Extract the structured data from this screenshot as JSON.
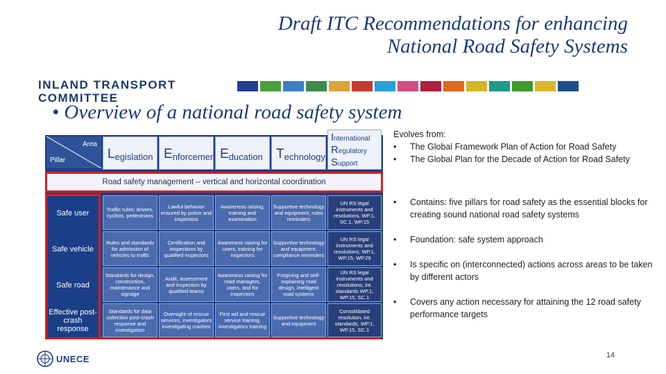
{
  "header": {
    "title_line1": "Draft ITC Recommendations for enhancing",
    "title_line2": "National Road Safety Systems",
    "org_line1": "INLAND TRANSPORT",
    "org_line2": "COMMITTEE",
    "strip_colors": [
      "#23408f",
      "#4a9e3b",
      "#3c7fc2",
      "#3c8c4a",
      "#d9a43b",
      "#c53a2f",
      "#25a0d9",
      "#d14e83",
      "#b02040",
      "#e0671f",
      "#d7b52a",
      "#1e9a8c",
      "#3d9b2a",
      "#d9b82e",
      "#1e4f8a"
    ]
  },
  "subtitle": "• Overview of a national road safety system",
  "matrix": {
    "corner_area": "Area",
    "corner_pillar": "Pillar",
    "columns": [
      {
        "initial": "L",
        "rest": "egislation"
      },
      {
        "initial": "E",
        "rest": "nforcement"
      },
      {
        "initial": "E",
        "rest": "ducation"
      },
      {
        "initial": "T",
        "rest": "echnology"
      },
      {
        "l1i": "I",
        "l1": "nternational",
        "l2i": "R",
        "l2": "egulatory",
        "l3i": "S",
        "l3": "upport"
      }
    ],
    "coordination": "Road safety management – vertical and horizontal coordination",
    "rows": [
      {
        "label": "Safe user",
        "cells": [
          "Traffic rules: drivers, cyclists, pedestrians",
          "Lawful behavior ensured by police and inspectors",
          "Awareness raising, training and examination",
          "Supportive technology and equipment, rules reminders",
          "UN RS legal instruments and resolutions, WP.1, SC.1, WP.15"
        ]
      },
      {
        "label": "Safe vehicle",
        "cells": [
          "Rules and standards for admission of vehicles to traffic",
          "Certification and inspections by qualified inspectors",
          "Awareness raising for users, training for inspectors",
          "Supportive technology and equipment, compliance reminders",
          "UN RS legal instruments and resolutions, WP.1, WP.15, WP.29"
        ]
      },
      {
        "label": "Safe road",
        "cells": [
          "Standards for design, construction, maintenance and signage",
          "Audit, assessment and inspection by qualified teams",
          "Awareness raising for road managers, users, and for inspectors",
          "Forgiving and self-explaining road design, intelligent road systems",
          "UN RS legal instruments and resolutions, int. standards WP.1, WP.15, SC.1"
        ]
      },
      {
        "label": "Effective post-crash response",
        "cells": [
          "Standards for data collection post-crash response and investigation",
          "Oversight of rescue services, investigators investigating crashes",
          "First aid and rescue service training, investigators training",
          "Supportive technology and equipment",
          "Consolidated resolution, int. standards, WP.1, WP.15, SC.1"
        ]
      }
    ]
  },
  "right": {
    "evolves_label": "Evolves from:",
    "evolves": [
      "The Global Framework Plan of Action for Road Safety",
      "The Global Plan for the Decade of Action for Road Safety"
    ],
    "bullet": "•",
    "points": [
      "Contains: five pillars for road safety as the essential blocks for creating sound national road safety systems",
      "Foundation: safe system approach",
      "Is specific on (interconnected) actions across areas to be taken by different actors",
      "Covers any action necessary for attaining the 12 road safety performance targets"
    ]
  },
  "footer": {
    "logo_text": "UNECE",
    "page_number": "14"
  }
}
